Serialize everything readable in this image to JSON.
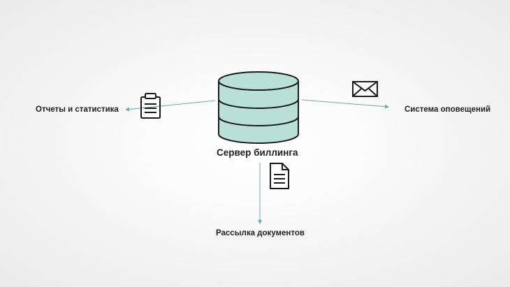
{
  "diagram": {
    "center": {
      "label": "Сервер биллинга",
      "icon": "database-icon"
    },
    "nodes": [
      {
        "id": "reports",
        "label": "Отчеты и статистика",
        "icon": "clipboard-icon"
      },
      {
        "id": "notify",
        "label": "Система оповещений",
        "icon": "envelope-icon"
      },
      {
        "id": "docs",
        "label": "Рассылка документов",
        "icon": "document-icon"
      }
    ],
    "colors": {
      "database_fill": "#b8e0d6",
      "line": "#6fa8a8",
      "icon_stroke": "#1a1a1a",
      "text": "#1f1f1f"
    }
  }
}
